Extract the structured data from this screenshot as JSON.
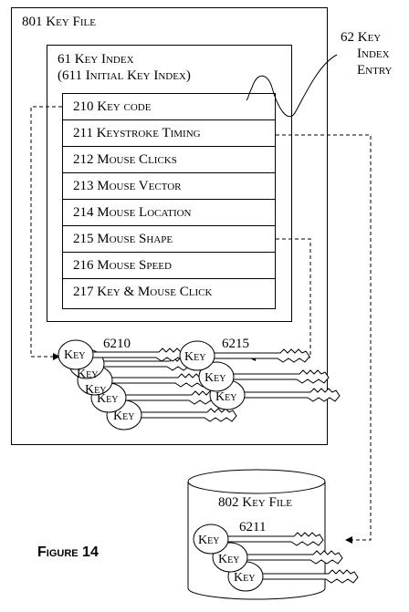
{
  "key_file_801": {
    "label": "801 Key File"
  },
  "key_index": {
    "label_line1": "61 Key Index",
    "label_line2": "(611 Initial Key Index)"
  },
  "entry_label": {
    "line1": "62 Key",
    "line2": "Index",
    "line3": "Entry"
  },
  "rows": [
    {
      "label": "210 Key code"
    },
    {
      "label": "211 Keystroke Timing"
    },
    {
      "label": "212 Mouse Clicks"
    },
    {
      "label": "213 Mouse Vector"
    },
    {
      "label": "214 Mouse Location"
    },
    {
      "label": "215 Mouse Shape"
    },
    {
      "label": "216 Mouse Speed"
    },
    {
      "label": "217 Key & Mouse Click"
    }
  ],
  "key_groups": [
    {
      "label": "6210",
      "key_text": "Key"
    },
    {
      "label": "6215",
      "key_text": "Key"
    },
    {
      "label": "6211",
      "key_text": "Key"
    }
  ],
  "key_file_802": {
    "label": "802 Key File"
  },
  "figure": {
    "caption": "Figure 14"
  }
}
